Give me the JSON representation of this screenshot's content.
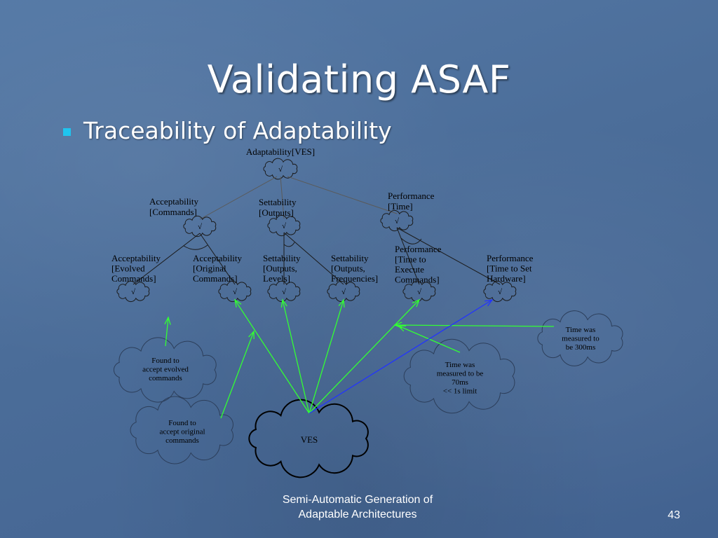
{
  "slide": {
    "title": "Validating ASAF",
    "bullet": "Traceability of Adaptability",
    "footer_line1": "Semi-Automatic Generation of",
    "footer_line2": "Adaptable Architectures",
    "page_number": "43"
  },
  "colors": {
    "background": "#4e73a1",
    "bullet": "#1fc5ef",
    "title_text": "#ffffff",
    "green_arrow": "#33ff33",
    "blue_arrow": "#2233ff"
  },
  "diagram": {
    "check_mark": "√",
    "root": {
      "label": "Adaptability[VES]"
    },
    "level1": [
      {
        "id": "acceptability-commands",
        "lines": [
          "Acceptability",
          "[Commands]"
        ]
      },
      {
        "id": "settability-outputs",
        "lines": [
          "Settability",
          "[Outputs]"
        ]
      },
      {
        "id": "performance-time",
        "lines": [
          "Performance",
          "[Time]"
        ]
      }
    ],
    "level2": [
      {
        "id": "acceptability-evolved",
        "lines": [
          "Acceptability",
          "[Evolved",
          "Commands]"
        ]
      },
      {
        "id": "acceptability-original",
        "lines": [
          "Acceptability",
          "[Original",
          "Commands]"
        ]
      },
      {
        "id": "settability-levels",
        "lines": [
          "Settability",
          "[Outputs,",
          "Levels]"
        ]
      },
      {
        "id": "settability-frequencies",
        "lines": [
          "Settability",
          "[Outputs,",
          "Frequencies]"
        ]
      },
      {
        "id": "performance-execute",
        "lines": [
          "Performance",
          "[Time to",
          "Execute",
          "Commands]"
        ]
      },
      {
        "id": "performance-hardware",
        "lines": [
          "Performance",
          "[Time to Set",
          "Hardware]"
        ]
      }
    ],
    "evidence": [
      {
        "id": "evidence-300ms",
        "lines": [
          "Time was",
          "measured to",
          "be 300ms"
        ]
      },
      {
        "id": "evidence-evolved",
        "lines": [
          "Found to",
          "accept evolved",
          "commands"
        ]
      },
      {
        "id": "evidence-70ms",
        "lines": [
          "Time was",
          "measured to be",
          "70ms",
          "<< 1s limit"
        ]
      },
      {
        "id": "evidence-original",
        "lines": [
          "Found to",
          "accept original",
          "commands"
        ]
      }
    ],
    "system": {
      "label": "VES"
    }
  }
}
